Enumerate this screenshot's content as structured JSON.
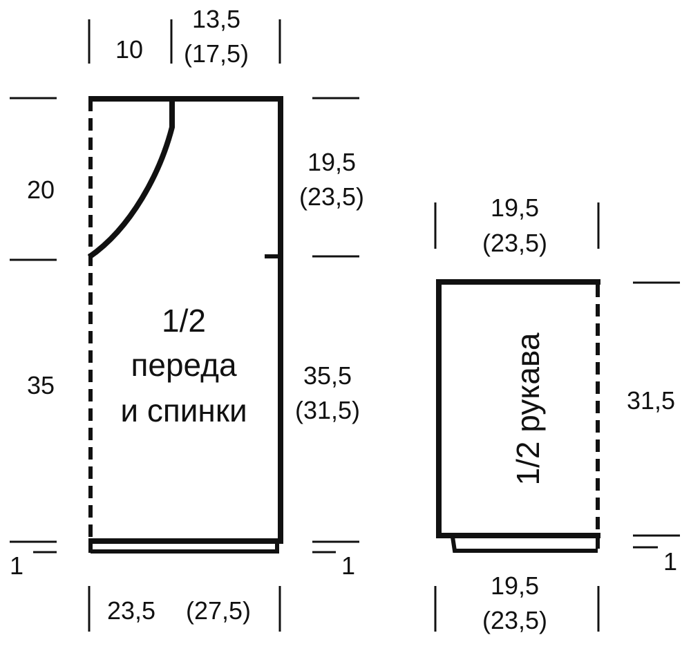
{
  "colors": {
    "line": "#111111",
    "background": "#ffffff"
  },
  "front_back": {
    "title_line1": "1/2",
    "title_line2": "переда",
    "title_line3": "и спинки",
    "top_left_width": "10",
    "top_right_width": "13,5",
    "top_right_width_alt": "(17,5)",
    "neck_depth": "20",
    "lower_height": "35",
    "armhole_depth": "19,5",
    "armhole_depth_alt": "(23,5)",
    "side_height": "35,5",
    "side_height_alt": "(31,5)",
    "hem_left": "1",
    "hem_right": "1",
    "bottom_width": "23,5",
    "bottom_width_alt": "(27,5)"
  },
  "sleeve": {
    "title": "1/2 рукава",
    "top_width": "19,5",
    "top_width_alt": "(23,5)",
    "height": "31,5",
    "hem": "1",
    "bottom_width": "19,5",
    "bottom_width_alt": "(23,5)"
  }
}
